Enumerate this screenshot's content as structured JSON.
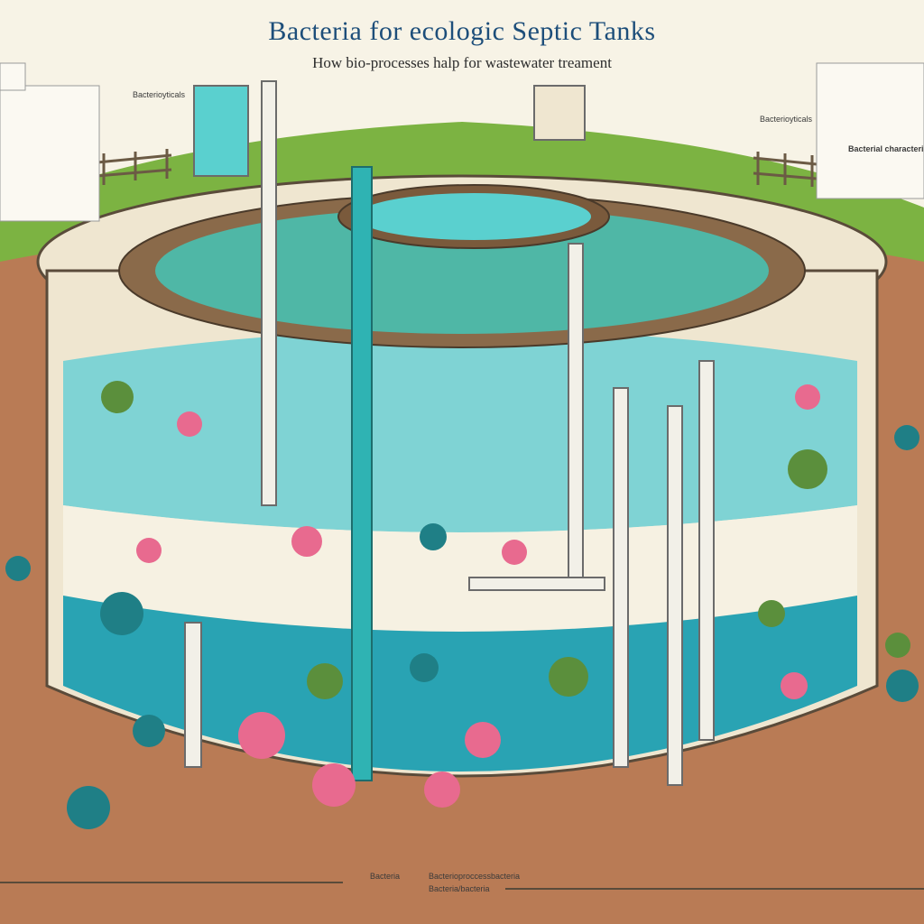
{
  "title": "Bacteria for ecologic  Septic Tanks",
  "subtitle": "How bio-processes halp for wastewater treament",
  "side_labels": {
    "top_left_tag": "Bacterioyticals",
    "top_right_tag": "Bacterioyticals",
    "right_callout_heading": "Bacterial characteristics",
    "bottom_center_label": "Bacteria",
    "bottom_center_caption_1": "Bacterioproccessbacteria",
    "bottom_center_caption_2": "Bacteria/bacteria"
  },
  "colors": {
    "sky": "#f7f3e6",
    "soil": "#b97b55",
    "grass": "#7cb342",
    "water_light": "#7fd3d4",
    "water_mid": "#29a3b3",
    "sludge": "#efe6d0",
    "pipe": "#f2f0e8",
    "pipe_teal": "#2fb3b3",
    "bacteria_pink": "#e86a8f",
    "bacteria_green": "#5b8f3c",
    "bacteria_teal": "#1f7f86"
  },
  "icons": [
    "bacteria-icon",
    "pipe-icon",
    "fence-icon",
    "sprayer-icon"
  ]
}
